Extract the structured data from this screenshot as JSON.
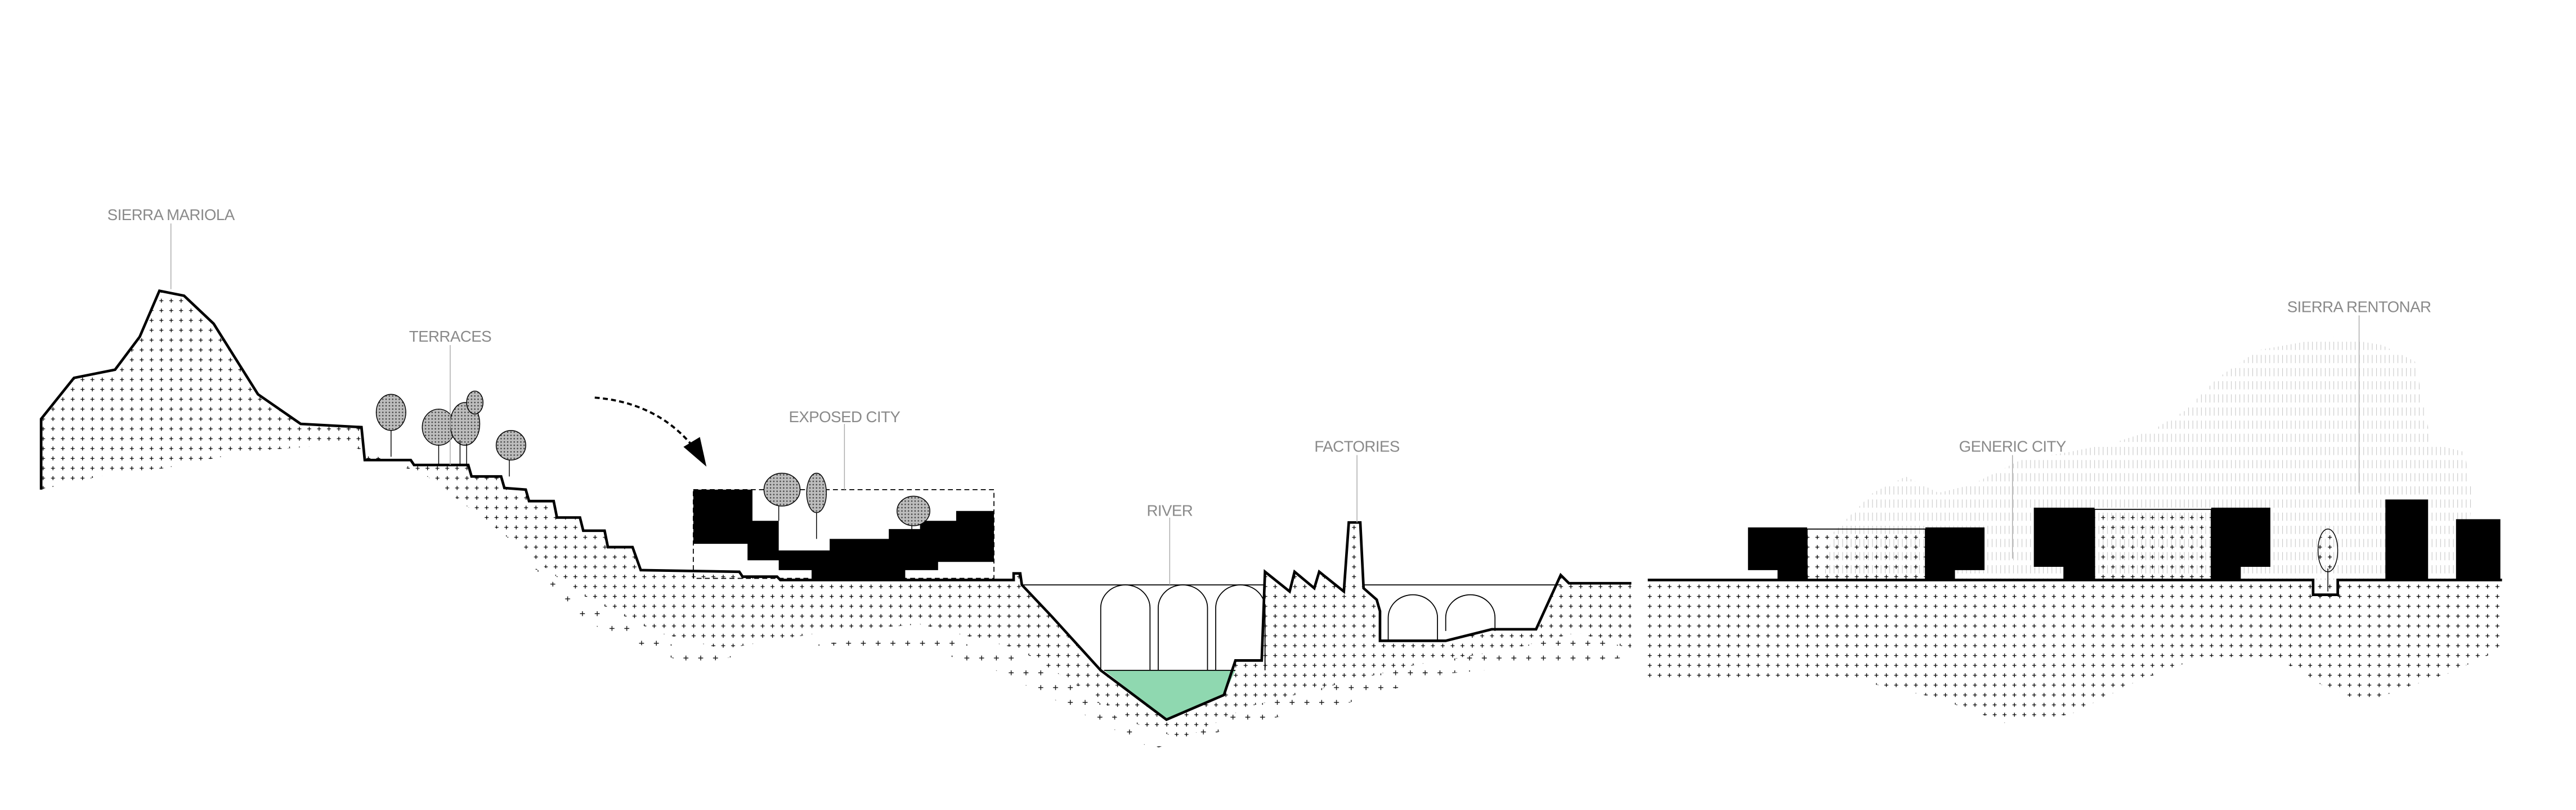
{
  "labels": {
    "sierra_mariola": "SIERRA MARIOLA",
    "terraces": "TERRACES",
    "exposed_city": "EXPOSED CITY",
    "river": "RIVER",
    "factories": "FACTORIES",
    "generic_city": "GENERIC CITY",
    "sierra_rentonar": "SIERRA RENTONAR"
  },
  "colors": {
    "water": "#8fd8b0",
    "ink": "#000000",
    "label": "#8a8a8a"
  }
}
